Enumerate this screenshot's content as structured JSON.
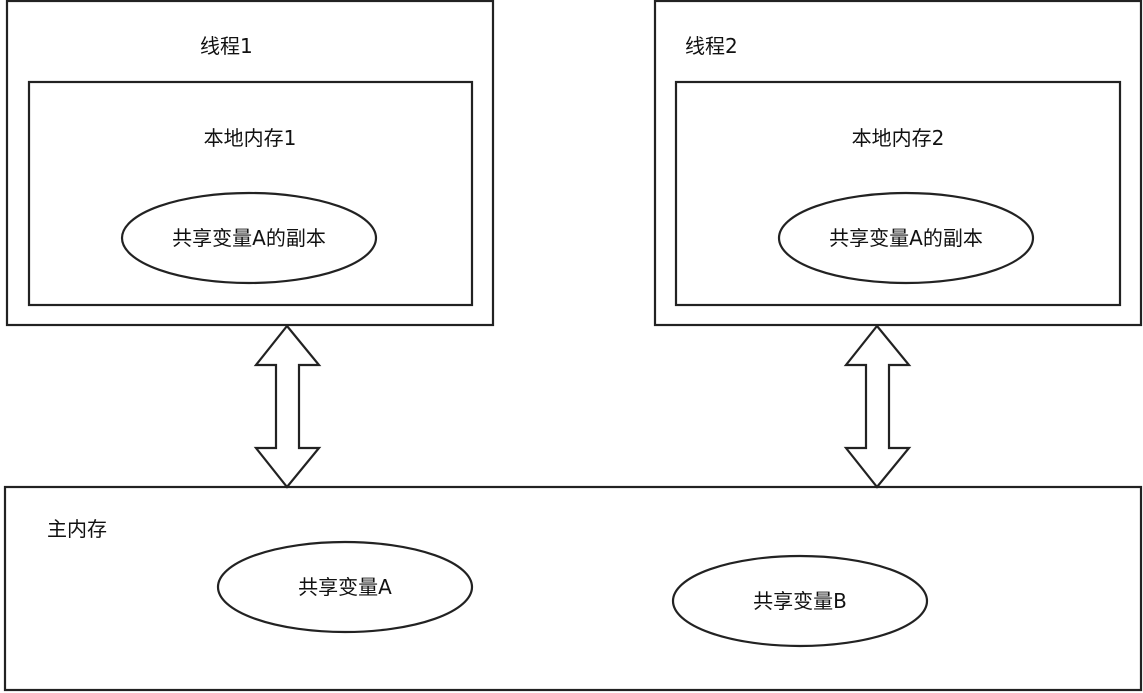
{
  "thread1": {
    "title": "线程1",
    "local_memory": "本地内存1",
    "copy": "共享变量A的副本"
  },
  "thread2": {
    "title": "线程2",
    "local_memory": "本地内存2",
    "copy": "共享变量A的副本"
  },
  "main_memory": {
    "title": "主内存",
    "var_a": "共享变量A",
    "var_b": "共享变量B"
  },
  "colors": {
    "stroke": "#222222",
    "background": "#ffffff"
  }
}
